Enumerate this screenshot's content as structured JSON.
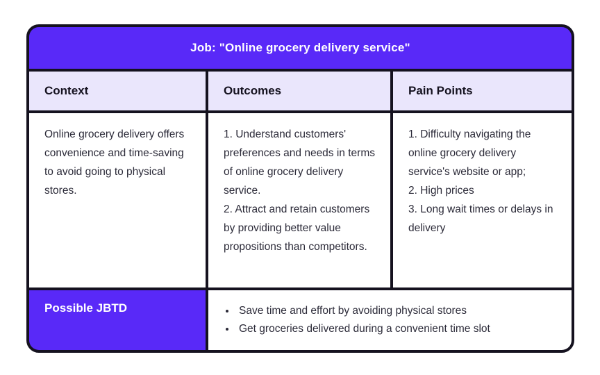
{
  "colors": {
    "accent_purple": "#5929f8",
    "header_lavender": "#eae6fc",
    "border_ink": "#15121f",
    "body_text": "#2b2a38",
    "page_background": "#ffffff"
  },
  "header": {
    "title": "Job: \"Online grocery delivery service\""
  },
  "columns": {
    "context": {
      "label": "Context",
      "text": "Online grocery delivery offers convenience and time-saving to avoid going to physical stores."
    },
    "outcomes": {
      "label": "Outcomes",
      "items": [
        "1. Understand customers' preferences and needs in terms of online grocery delivery service.",
        "2. Attract and retain customers by providing better value propositions than competitors."
      ]
    },
    "pain_points": {
      "label": "Pain Points",
      "items": [
        "1. Difficulty navigating the online grocery delivery service's website or app;",
        "2. High prices",
        "3. Long wait times or delays in delivery"
      ]
    }
  },
  "jbtd": {
    "label": "Possible JBTD",
    "bullets": [
      "Save time and effort by avoiding physical stores",
      "Get groceries delivered during a convenient time slot"
    ]
  }
}
